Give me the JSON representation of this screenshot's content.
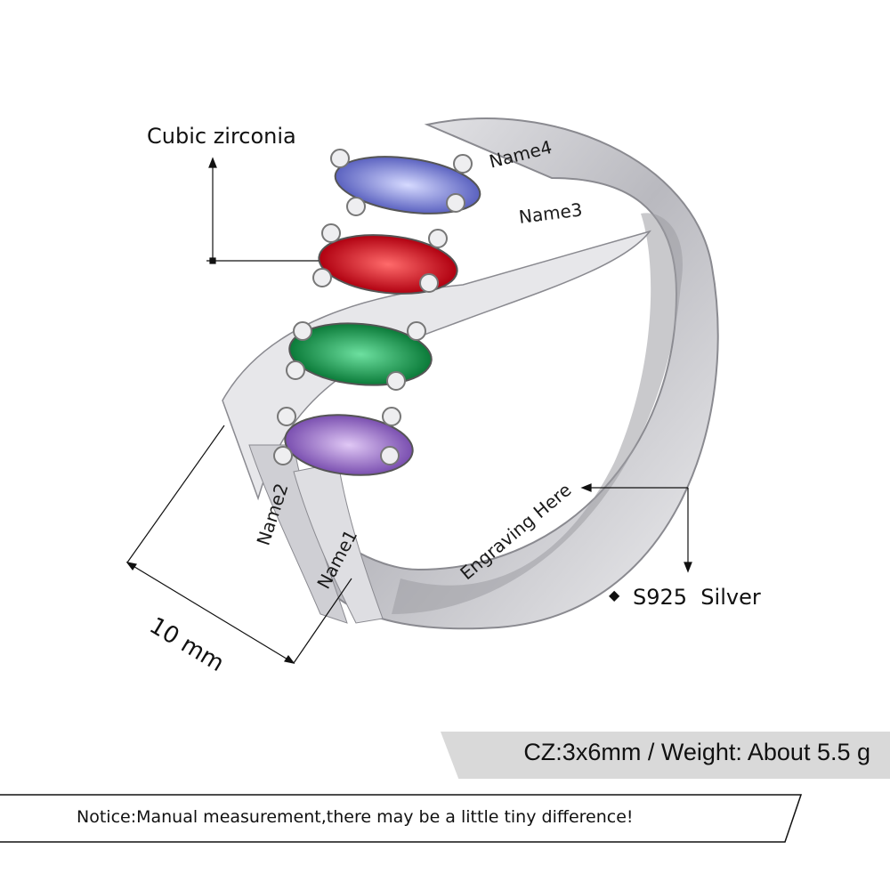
{
  "labels": {
    "cubic_zirconia": "Cubic zirconia",
    "dimension": "10 mm",
    "material_bullet": "◆",
    "material": "S925  Silver"
  },
  "engravings": {
    "name1": "Name1",
    "name2": "Name2",
    "name3": "Name3",
    "name4": "Name4",
    "band": "Engraving Here"
  },
  "specs": "CZ:3x6mm / Weight: About 5.5 g",
  "notice": "Notice:Manual measurement,there may be a little tiny difference!",
  "colors": {
    "stone_top": "#7f86d6",
    "stone_red": "#d0141e",
    "stone_green": "#129a4a",
    "stone_purple": "#9a6fc4",
    "silver": "#d8d8dc",
    "banner": "#d9d9d9"
  }
}
